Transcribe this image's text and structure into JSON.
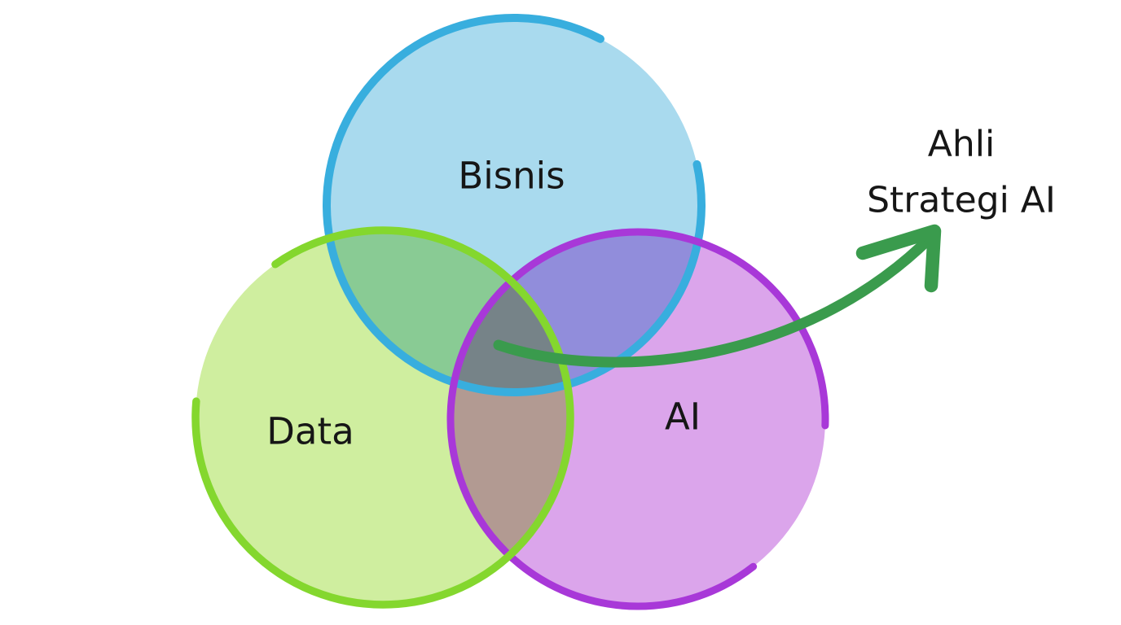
{
  "venn": {
    "background": "#ffffff",
    "text_color": "#161616",
    "circles": [
      {
        "id": "bisnis",
        "label": "Bisnis",
        "fill": "#a9daee",
        "stroke": "#38aede"
      },
      {
        "id": "data",
        "label": "Data",
        "fill": "#cfee9f",
        "stroke": "#84d72e"
      },
      {
        "id": "ai",
        "label": "AI",
        "fill": "#dba5eb",
        "stroke": "#a838d8"
      }
    ],
    "annotation": {
      "line1": "Ahli",
      "line2": "Strategi AI"
    },
    "arrow": {
      "color": "#3a9b4d"
    }
  }
}
